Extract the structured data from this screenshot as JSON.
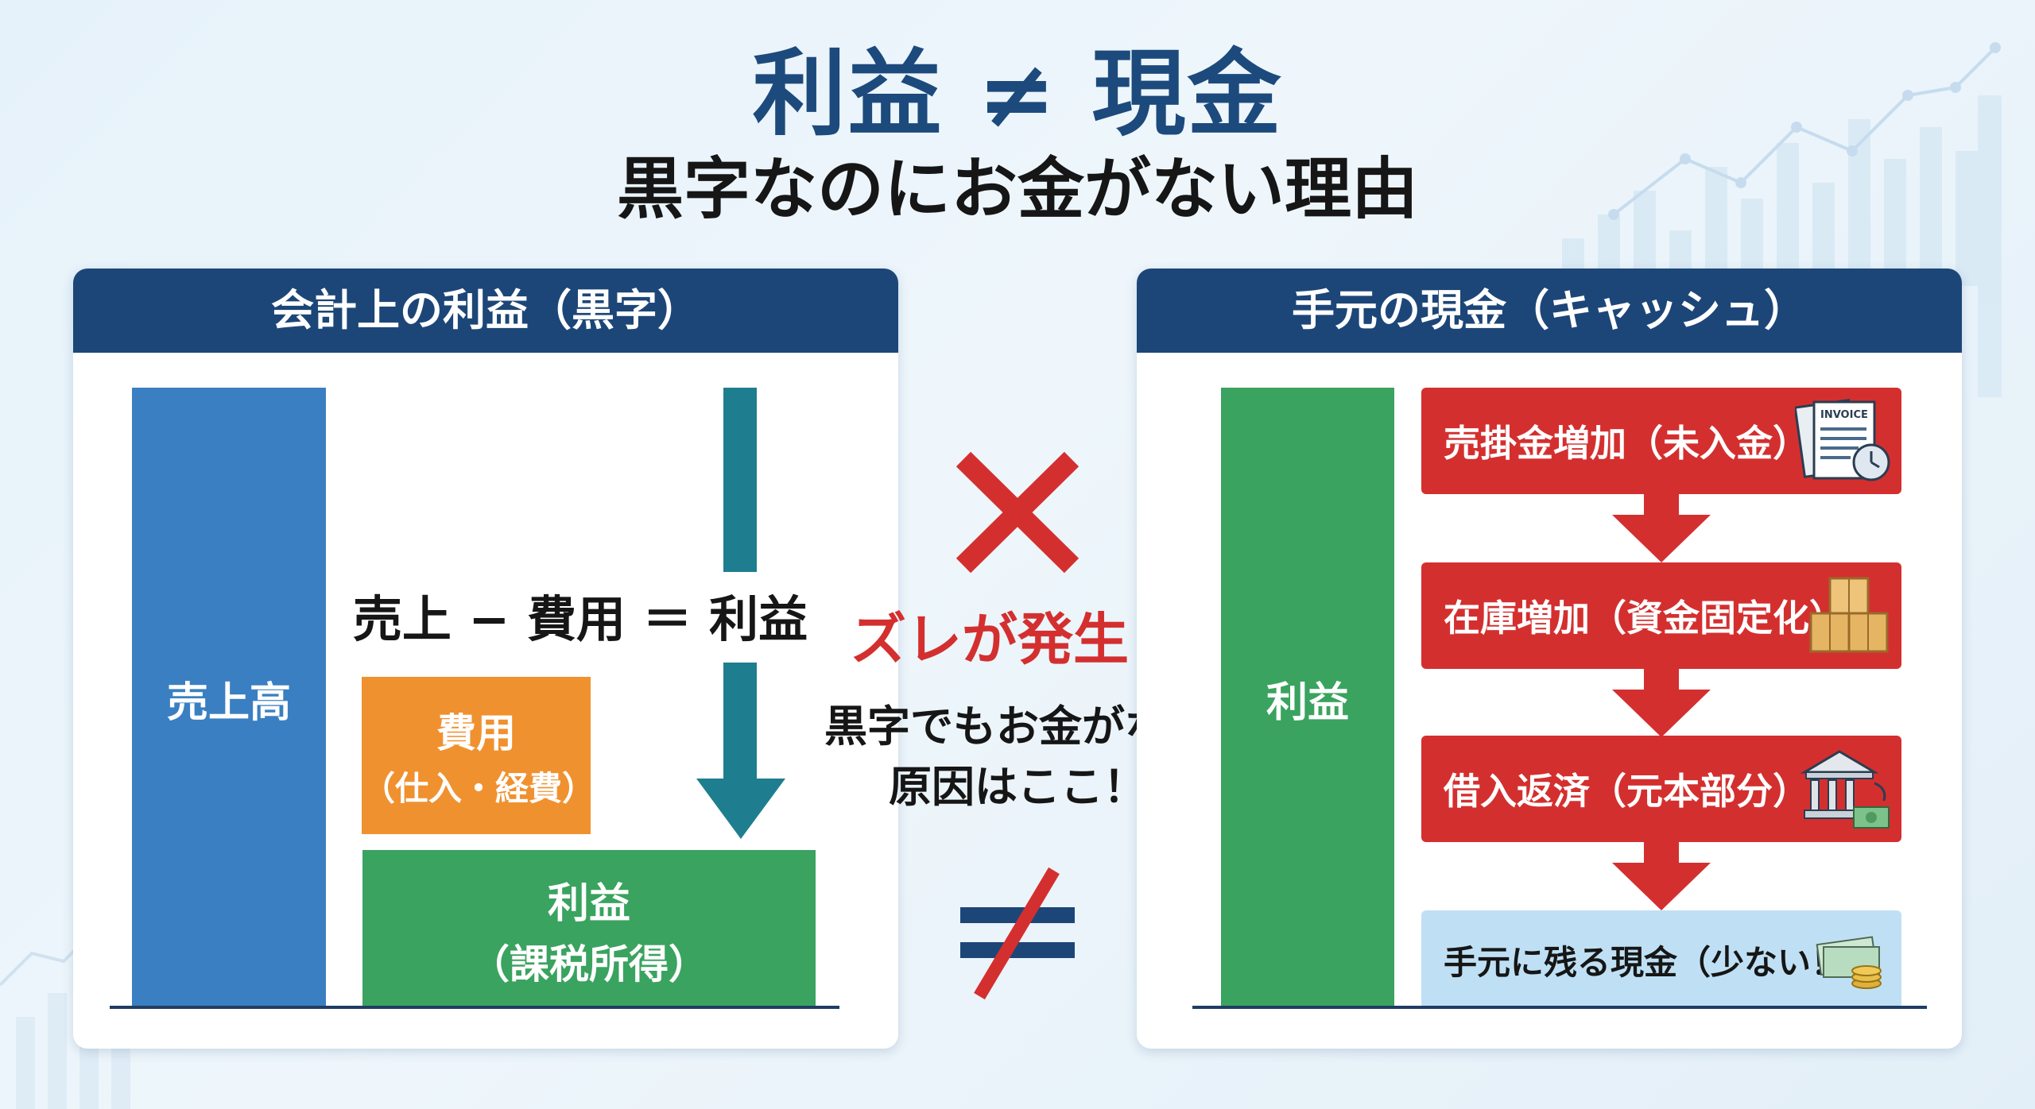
{
  "header": {
    "title": "利益 ≠ 現金",
    "subtitle": "黒字なのにお金がない理由"
  },
  "left_panel": {
    "heading": "会計上の利益（黒字）",
    "sales_label": "売上高",
    "formula": "売上 − 費用 ＝ 利益",
    "expense_label": "費用",
    "expense_sub": "（仕入・経費）",
    "profit_label": "利益",
    "profit_sub": "（課税所得）"
  },
  "center": {
    "mismatch_label": "ズレが発生！",
    "reason_line1": "黒字でもお金がない",
    "reason_line2": "原因はここ！"
  },
  "right_panel": {
    "heading": "手元の現金（キャッシュ）",
    "profit_label": "利益",
    "steps": [
      {
        "label": "売掛金増加（未入金）",
        "icon": "invoice-icon",
        "icon_text": "INVOICE"
      },
      {
        "label": "在庫増加（資金固定化）",
        "icon": "boxes-icon"
      },
      {
        "label": "借入返済（元本部分）",
        "icon": "bank-icon"
      }
    ],
    "result_label": "手元に残る現金（少ない！）",
    "result_icon": "cash-icon"
  },
  "colors": {
    "navy": "#1d4678",
    "blue": "#3a7fc1",
    "teal": "#1e7e8f",
    "orange": "#f0912f",
    "green": "#3aa35f",
    "red": "#d42f2f",
    "light_blue": "#bfe0f4"
  }
}
